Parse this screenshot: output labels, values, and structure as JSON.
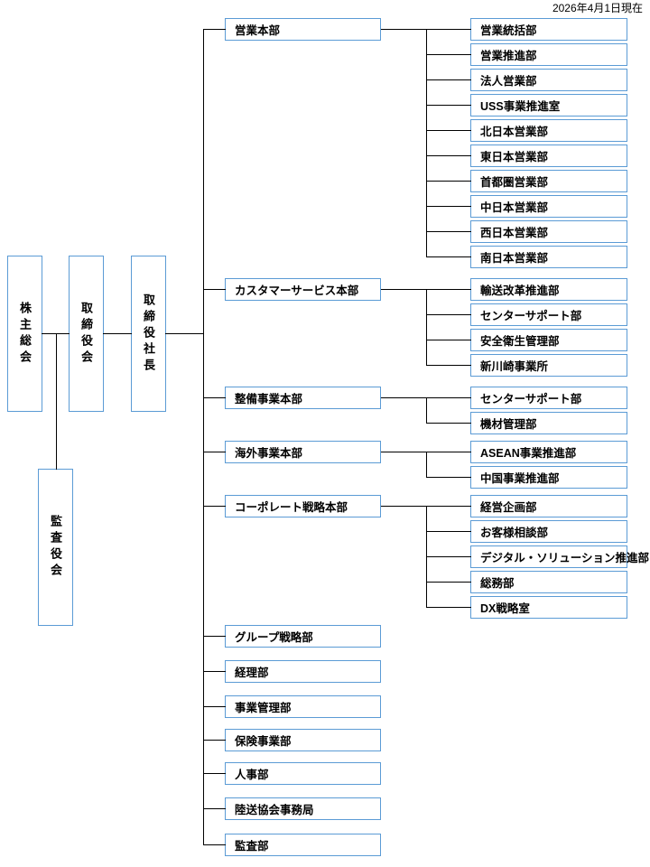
{
  "meta": {
    "date_label": "2026年4月1日現在",
    "accent_color": "#5b9bd5",
    "line_color": "#000000",
    "background": "#ffffff"
  },
  "governance": {
    "shareholders_meeting": "株主総会",
    "board_of_directors": "取締役会",
    "president": "取締役社長",
    "audit_board": "監査役会"
  },
  "divisions": [
    {
      "name": "営業本部",
      "children": [
        "営業統括部",
        "営業推進部",
        "法人営業部",
        "USS事業推進室",
        "北日本営業部",
        "東日本営業部",
        "首都圏営業部",
        "中日本営業部",
        "西日本営業部",
        "南日本営業部"
      ]
    },
    {
      "name": "カスタマーサービス本部",
      "children": [
        "輸送改革推進部",
        "センターサポート部",
        "安全衛生管理部",
        "新川崎事業所"
      ]
    },
    {
      "name": "整備事業本部",
      "children": [
        "センターサポート部",
        "機材管理部"
      ]
    },
    {
      "name": "海外事業本部",
      "children": [
        "ASEAN事業推進部",
        "中国事業推進部"
      ]
    },
    {
      "name": "コーポレート戦略本部",
      "children": [
        "経営企画部",
        "お客様相談部",
        "デジタル・ソリューション推進部",
        "総務部",
        "DX戦略室"
      ]
    }
  ],
  "standalone_departments": [
    "グループ戦略部",
    "経理部",
    "事業管理部",
    "保険事業部",
    "人事部",
    "陸送協会事務局",
    "監査部"
  ]
}
